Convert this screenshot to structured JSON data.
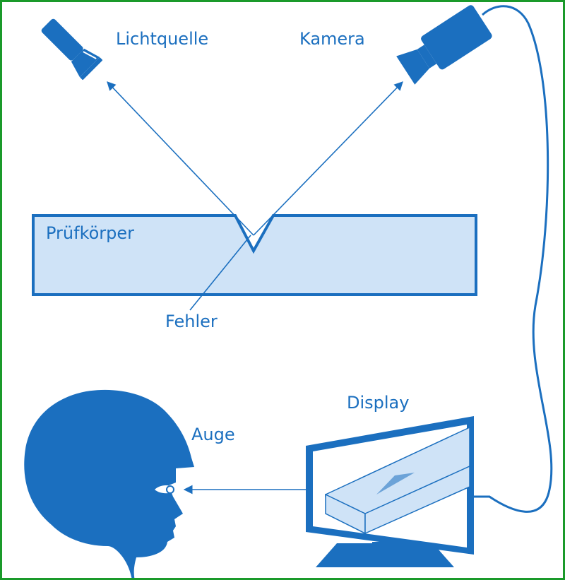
{
  "labels": {
    "light_source": "Lichtquelle",
    "camera": "Kamera",
    "specimen": "Prüfkörper",
    "defect": "Fehler",
    "display": "Display",
    "eye": "Auge"
  },
  "colors": {
    "primary": "#1b6fbf",
    "fill_light": "#cfe3f7",
    "border": "#1a9a2a"
  },
  "icons": [
    "flashlight-icon",
    "camera-icon",
    "head-silhouette-icon",
    "monitor-icon"
  ]
}
